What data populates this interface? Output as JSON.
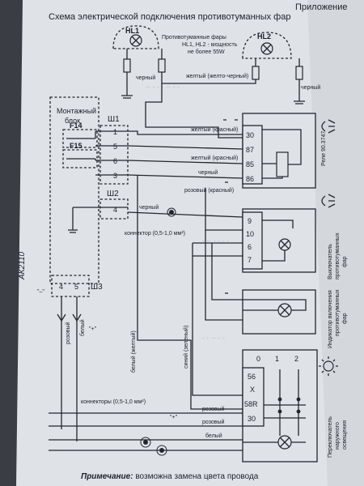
{
  "header": {
    "appendix": "Приложение",
    "title": "Схема электрической подключения противотуманных фар"
  },
  "lamps": {
    "left": "HL1",
    "right": "HL2",
    "caption_line1": "Противотуманные фары",
    "caption_line2": "HL1, HL2 - мощность",
    "caption_line3": "не более 55W",
    "wire_left": "черный",
    "wire_middle": "желтый (желто-черный)",
    "wire_right": "черный"
  },
  "mounting_block": {
    "label_line1": "Монтажный",
    "label_line2": "блок",
    "fuse_top": "F14",
    "fuse_bottom": "F15",
    "connector1": "Ш1",
    "connector2": "Ш2",
    "connector3": "Ш3",
    "pins_sh1": [
      "1",
      "5",
      "6",
      "3"
    ],
    "pin_sh2": "4",
    "pins_sh3": [
      "4",
      "5"
    ]
  },
  "wires": {
    "yellow_red_1": "желтый (красный)",
    "yellow_red_2": "желтый (красный)",
    "black_1": "черный",
    "black_2": "черный",
    "pink_red": "розовый (красный)",
    "connector_note": "коннектор (0,5-1,0 мм²)",
    "white_yellow": "белый (желтый)",
    "blue_green": "синий (зеленый)",
    "pink_1": "розовый",
    "pink_2": "розовый",
    "white": "белый",
    "pink_bottom_1": "розовый",
    "white_bottom": "белый",
    "connectors_note": "коннекторы (0,5-1,0 мм²)",
    "plus": "\"+\""
  },
  "relay": {
    "pins": [
      "30",
      "87",
      "85",
      "86"
    ],
    "label": "Реле 90.3747"
  },
  "switch": {
    "pins": [
      "9",
      "10",
      "6",
      "7"
    ],
    "label_line1": "Выключатель",
    "label_line2": "противотуманных",
    "label_line3": "фар"
  },
  "indicator": {
    "label_line1": "Индикатор включения",
    "label_line2": "противотуманных",
    "label_line3": "фар"
  },
  "light_switch": {
    "positions": [
      "0",
      "1",
      "2"
    ],
    "pins": [
      "56",
      "X",
      "58R",
      "30"
    ],
    "label_line1": "Переключатель",
    "label_line2": "наружного",
    "label_line3": "освещения"
  },
  "side_label": "АК2110",
  "note": {
    "prefix": "Примечание:",
    "text": "возможна замена цвета провода"
  },
  "colors": {
    "paper": "#dfe3e8",
    "ink": "#23262e",
    "shadow": "#3b3d45"
  }
}
